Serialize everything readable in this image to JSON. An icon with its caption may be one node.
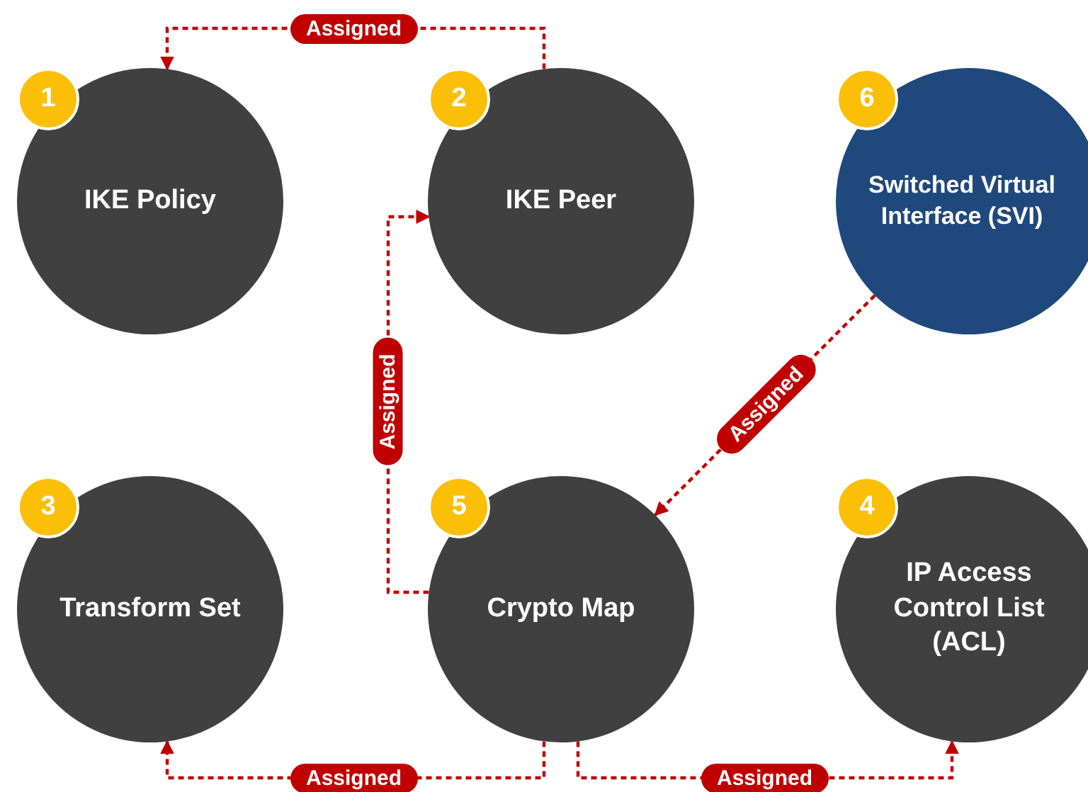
{
  "diagram": {
    "nodes": [
      {
        "text": [
          "1",
          "IKE Policy"
        ]
      },
      {
        "text": [
          "2",
          "IKE Peer"
        ]
      },
      {
        "text": [
          "6",
          "Switched Virtual Interface (SVI)"
        ]
      },
      {
        "text": [
          "3",
          "Transform Set"
        ]
      },
      {
        "text": [
          "5",
          "Crypto Map"
        ]
      },
      {
        "text": [
          "4",
          "IP Access Control List (ACL)"
        ]
      }
    ],
    "edges": [
      {
        "from": 1,
        "to": 0,
        "arrow": "to",
        "label": "Assigned",
        "style": "dashed"
      },
      {
        "from": 4,
        "to": 1,
        "arrow": "to",
        "label": "Assigned",
        "style": "dashed"
      },
      {
        "from": 2,
        "to": 4,
        "arrow": "to",
        "label": "Assigned",
        "style": "dashed"
      },
      {
        "from": 4,
        "to": 3,
        "arrow": "to",
        "label": "Assigned",
        "style": "dashed"
      },
      {
        "from": 4,
        "to": 5,
        "arrow": "to",
        "label": "Assigned",
        "style": "dashed"
      }
    ]
  }
}
